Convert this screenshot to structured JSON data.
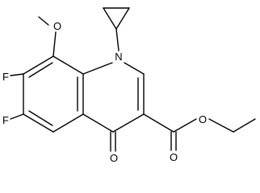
{
  "atoms": {
    "methoxy_o": "O",
    "ring_n": "N",
    "fluorine_7": "F",
    "fluorine_6": "F",
    "ketone_o": "O",
    "ester_carbonyl_o": "O",
    "ester_o": "O"
  }
}
